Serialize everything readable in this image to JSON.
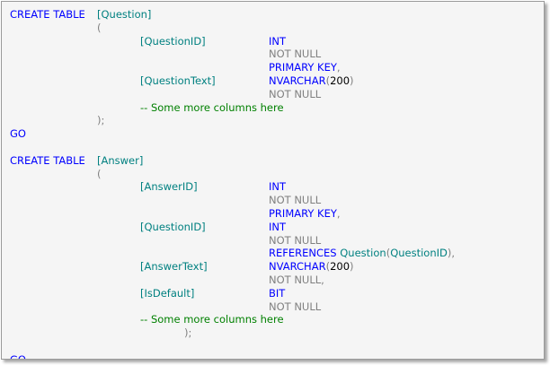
{
  "colors": {
    "keyword": "#0000ff",
    "identifier": "#008080",
    "operator": "#808080",
    "comment": "#008000",
    "literal": "#000000",
    "background": "#f5f5f5"
  },
  "lines": [
    {
      "tokens": [
        {
          "text": "CREATE TABLE",
          "cls": "kw",
          "col": 0
        },
        {
          "text": "[Question]",
          "cls": "id",
          "col": 1
        }
      ]
    },
    {
      "tokens": [
        {
          "text": "(",
          "cls": "gr",
          "col": 1
        }
      ]
    },
    {
      "tokens": [
        {
          "text": "[QuestionID]",
          "cls": "id",
          "col": 2
        },
        {
          "text": "INT",
          "cls": "kw",
          "col": 3
        }
      ]
    },
    {
      "tokens": [
        {
          "text": "NOT NULL",
          "cls": "gr",
          "col": 3
        }
      ]
    },
    {
      "tokens": [
        {
          "text": "PRIMARY KEY",
          "cls": "kw",
          "col": 3
        },
        {
          "text": ",",
          "cls": "gr",
          "after": true
        }
      ]
    },
    {
      "tokens": [
        {
          "text": "[QuestionText]",
          "cls": "id",
          "col": 2
        },
        {
          "text": "NVARCHAR",
          "cls": "kw",
          "col": 3
        },
        {
          "text": "(",
          "cls": "gr",
          "after": true
        },
        {
          "text": "200",
          "cls": "bk",
          "after": true
        },
        {
          "text": ")",
          "cls": "gr",
          "after": true
        }
      ]
    },
    {
      "tokens": [
        {
          "text": "NOT NULL",
          "cls": "gr",
          "col": 3
        }
      ]
    },
    {
      "tokens": [
        {
          "text": "-- Some more columns here",
          "cls": "cm",
          "col": 2
        }
      ]
    },
    {
      "tokens": [
        {
          "text": ");",
          "cls": "gr",
          "col": 1
        }
      ]
    },
    {
      "tokens": [
        {
          "text": "GO",
          "cls": "kw",
          "col": 0
        }
      ]
    },
    {
      "tokens": []
    },
    {
      "tokens": [
        {
          "text": "CREATE TABLE",
          "cls": "kw",
          "col": 0
        },
        {
          "text": "[Answer]",
          "cls": "id",
          "col": 1
        }
      ]
    },
    {
      "tokens": [
        {
          "text": "(",
          "cls": "gr",
          "col": 1
        }
      ]
    },
    {
      "tokens": [
        {
          "text": "[AnswerID]",
          "cls": "id",
          "col": 2
        },
        {
          "text": "INT",
          "cls": "kw",
          "col": 3
        }
      ]
    },
    {
      "tokens": [
        {
          "text": "NOT NULL",
          "cls": "gr",
          "col": 3
        }
      ]
    },
    {
      "tokens": [
        {
          "text": "PRIMARY KEY",
          "cls": "kw",
          "col": 3
        },
        {
          "text": ",",
          "cls": "gr",
          "after": true
        }
      ]
    },
    {
      "tokens": [
        {
          "text": "[QuestionID]",
          "cls": "id",
          "col": 2
        },
        {
          "text": "INT",
          "cls": "kw",
          "col": 3
        }
      ]
    },
    {
      "tokens": [
        {
          "text": "NOT NULL",
          "cls": "gr",
          "col": 3
        }
      ]
    },
    {
      "tokens": [
        {
          "text": "REFERENCES",
          "cls": "kw",
          "col": 3
        },
        {
          "text": " Question",
          "cls": "id",
          "after": true
        },
        {
          "text": "(",
          "cls": "gr",
          "after": true
        },
        {
          "text": "QuestionID",
          "cls": "id",
          "after": true
        },
        {
          "text": "),",
          "cls": "gr",
          "after": true
        }
      ]
    },
    {
      "tokens": [
        {
          "text": "[AnswerText]",
          "cls": "id",
          "col": 2
        },
        {
          "text": "NVARCHAR",
          "cls": "kw",
          "col": 3
        },
        {
          "text": "(",
          "cls": "gr",
          "after": true
        },
        {
          "text": "200",
          "cls": "bk",
          "after": true
        },
        {
          "text": ")",
          "cls": "gr",
          "after": true
        }
      ]
    },
    {
      "tokens": [
        {
          "text": "NOT NULL,",
          "cls": "gr",
          "col": 3
        }
      ]
    },
    {
      "tokens": [
        {
          "text": "[IsDefault]",
          "cls": "id",
          "col": 2
        },
        {
          "text": "BIT",
          "cls": "kw",
          "col": 3
        }
      ]
    },
    {
      "tokens": [
        {
          "text": "NOT NULL",
          "cls": "gr",
          "col": 3
        }
      ]
    },
    {
      "tokens": [
        {
          "text": "-- Some more columns here",
          "cls": "cm",
          "col": 2
        }
      ]
    },
    {
      "tokens": [
        {
          "text": ");",
          "cls": "gr",
          "col": 4
        }
      ]
    },
    {
      "tokens": []
    },
    {
      "tokens": [
        {
          "text": "GO",
          "cls": "kw",
          "col": 0
        }
      ]
    }
  ]
}
